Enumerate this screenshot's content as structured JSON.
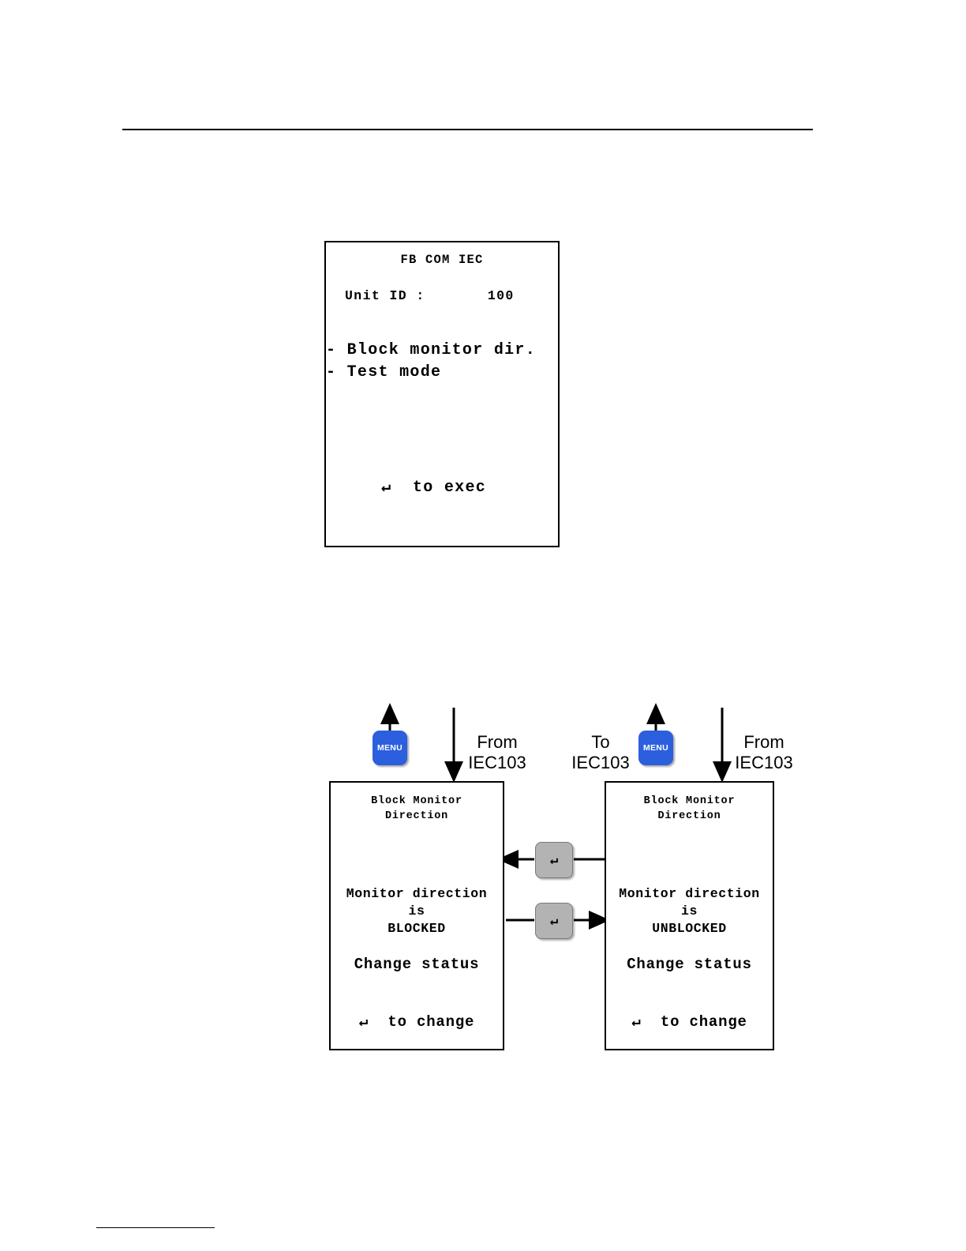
{
  "page": {
    "rule_top": "horizontal-rule",
    "rule_bottom": "footer-rule"
  },
  "lcd_top": {
    "title": "FB COM IEC",
    "unit_label": "Unit ID :       100",
    "menu_item_1": "- Block monitor dir.",
    "menu_item_2": "- Test mode",
    "exec_hint": "↵  to exec"
  },
  "flow": {
    "left_panel": {
      "title": "Block Monitor\nDirection",
      "state": "Monitor direction\nis\nBLOCKED",
      "action": "Change status",
      "hint": "↵  to change"
    },
    "right_panel": {
      "title": "Block Monitor\nDirection",
      "state": "Monitor direction\nis\nUNBLOCKED",
      "action": "Change status",
      "hint": "↵  to change"
    },
    "keys": {
      "menu_left": "MENU",
      "menu_right": "MENU",
      "enter_upper": "↵",
      "enter_lower": "↵"
    },
    "labels": {
      "from_iec103_left": "From\nIEC103",
      "to_iec103": "To\nIEC103",
      "from_iec103_right": "From\nIEC103"
    }
  },
  "colors": {
    "menu_key_blue": "#2b5fdd",
    "enter_key_grey": "#b3b3b3",
    "ink": "#000000",
    "paper": "#ffffff"
  }
}
